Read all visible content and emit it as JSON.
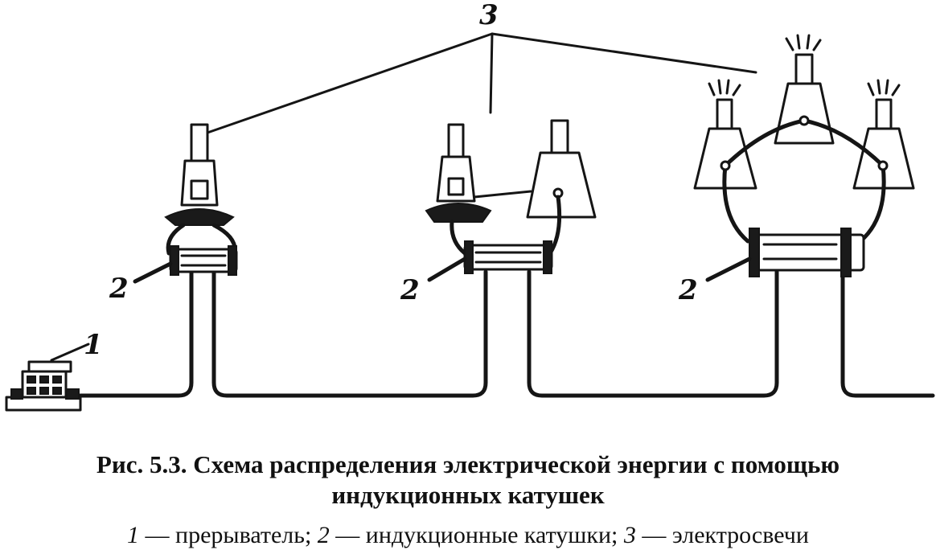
{
  "figure": {
    "labels": {
      "breaker": "1",
      "coil_left": "2",
      "coil_middle": "2",
      "coil_right": "2",
      "candles": "3"
    }
  },
  "caption": {
    "title_line1": "Рис. 5.3. Схема распределения электрической энергии с помощью",
    "title_line2": "индукционных катушек",
    "legend": {
      "n1": "1",
      "t1": " — прерыватель; ",
      "n2": "2",
      "t2": " — индукционные катушки; ",
      "n3": "3",
      "t3": " — электросвечи"
    }
  }
}
